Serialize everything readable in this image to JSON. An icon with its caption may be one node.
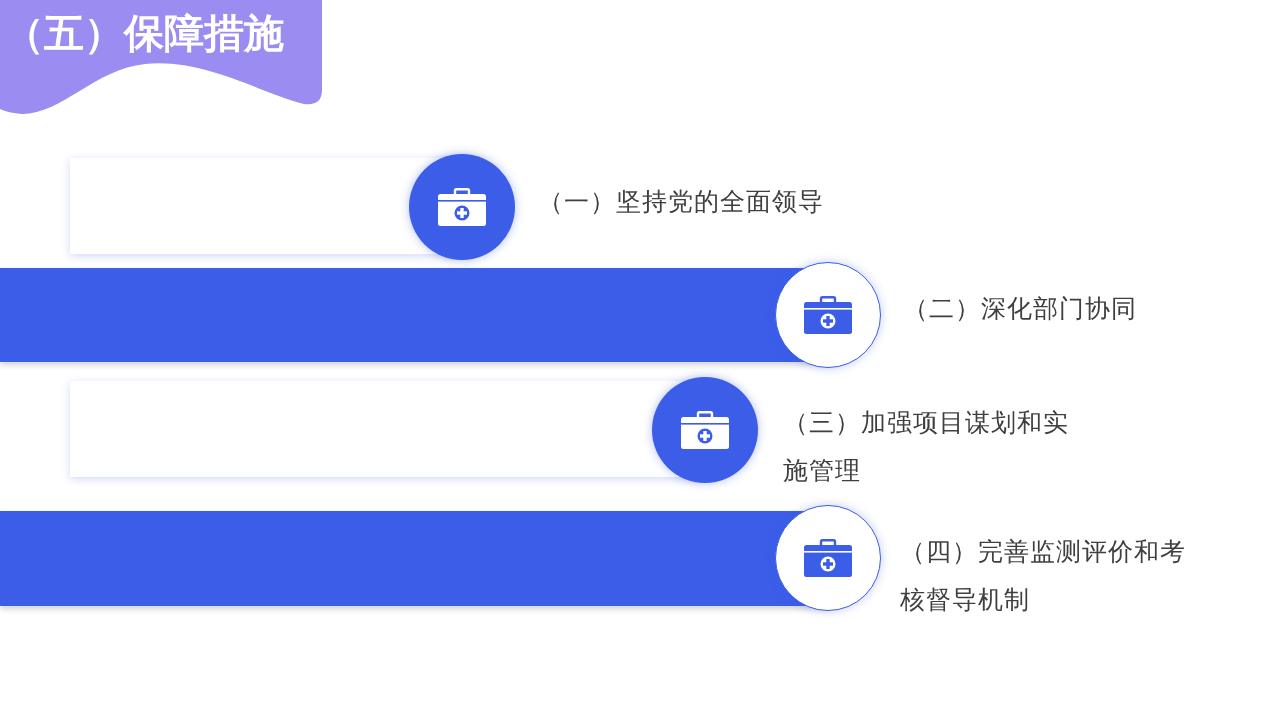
{
  "diagram": {
    "title": "（五）保障措施",
    "nodes": [
      {
        "text": [
          "（一）坚持党的全面领导"
        ]
      },
      {
        "text": [
          "（二）深化部门协同"
        ]
      },
      {
        "text": [
          "（三）加强项目谋划和实施管理"
        ]
      },
      {
        "text": [
          "（四）完善监测评价和考核督导机制"
        ]
      }
    ]
  }
}
